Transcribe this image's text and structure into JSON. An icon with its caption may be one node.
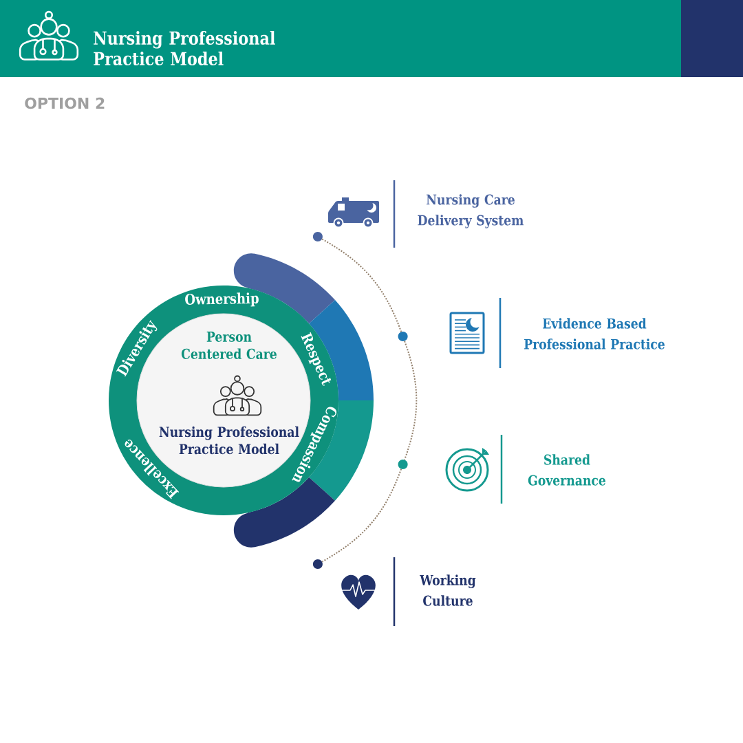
{
  "diagram": {
    "title": "Nursing Professional Practice Model",
    "nodes": [
      {
        "text": [
          "Ownership",
          "Respect",
          "Compassion",
          "Excellence",
          "Diversity"
        ]
      },
      {
        "text": [
          "Person Centered Care",
          "Nursing Professional Practice Model"
        ],
        "in": 0
      },
      {
        "text": [
          "Nursing Care Delivery System"
        ]
      },
      {
        "text": [
          "Evidence Based Professional Practice"
        ]
      },
      {
        "text": [
          "Shared Governance"
        ]
      },
      {
        "text": [
          "Working Culture"
        ]
      },
      {
        "text": [],
        "shape": "band"
      },
      {
        "text": [],
        "shape": "band"
      },
      {
        "text": [],
        "shape": "band"
      },
      {
        "text": [],
        "shape": "band"
      },
      {
        "text": [],
        "shape": "circle"
      },
      {
        "text": [],
        "shape": "circle"
      },
      {
        "text": [],
        "shape": "circle"
      },
      {
        "text": [],
        "shape": "circle"
      }
    ],
    "edges": [
      {
        "from": 10,
        "to": 11,
        "arrow": "none",
        "style": "dashed"
      },
      {
        "from": 11,
        "to": 12,
        "arrow": "none",
        "style": "dashed"
      },
      {
        "from": 12,
        "to": 13,
        "arrow": "none",
        "style": "dashed"
      }
    ],
    "labels": [
      "OPTION 2"
    ]
  }
}
